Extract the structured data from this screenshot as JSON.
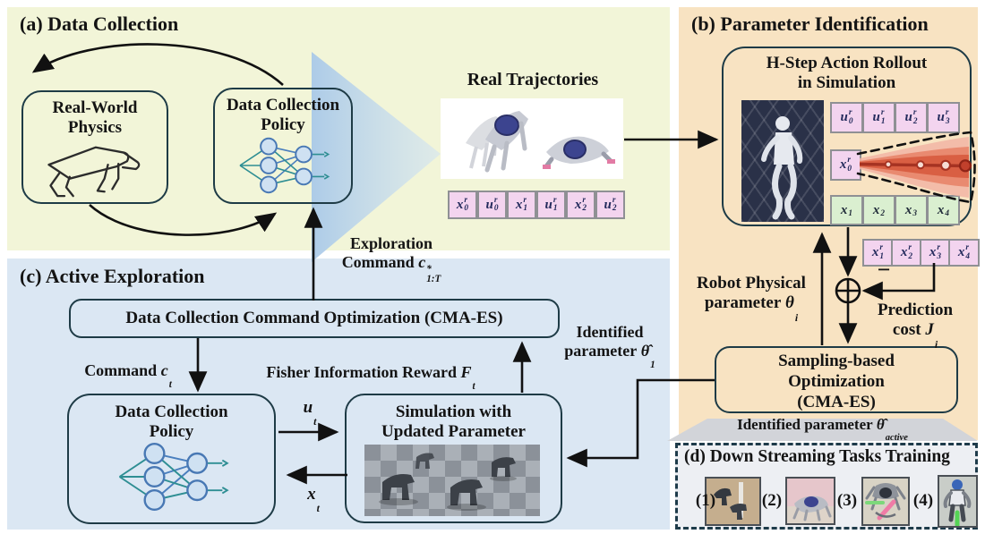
{
  "colors": {
    "panel_a_bg": "#f2f5d8",
    "panel_b_bg": "#f8e3c2",
    "panel_c_bg": "#dbe7f3",
    "panel_d_bg": "#edeff3",
    "trapezoid_bg": "#d2d4d9",
    "node_border": "#1e3b46",
    "token_pink": "#f3d4ef",
    "token_green": "#daefd0",
    "arrow": "#111111",
    "funnel_blue": "#a9c9e8",
    "cone_red": "#d95f43"
  },
  "panel_a": {
    "title": "(a) Data Collection",
    "real_world_box": {
      "line1": "Real-World",
      "line2": "Physics"
    },
    "policy_box": {
      "line1": "Data Collection",
      "line2": "Policy"
    },
    "real_trajectories_title": "Real Trajectories",
    "trajectory_tokens": [
      {
        "b": "x",
        "s": "0",
        "p": "r"
      },
      {
        "b": "u",
        "s": "0",
        "p": "r"
      },
      {
        "b": "x",
        "s": "1",
        "p": "r"
      },
      {
        "b": "u",
        "s": "1",
        "p": "r"
      },
      {
        "b": "x",
        "s": "2",
        "p": "r"
      },
      {
        "b": "u",
        "s": "2",
        "p": "r"
      }
    ],
    "exploration_label": {
      "line1": "Exploration",
      "line2_text": "Command",
      "line2_math": {
        "b": "c",
        "s": "1:T",
        "p": "*"
      }
    }
  },
  "panel_b": {
    "title": "(b) Parameter Identification",
    "rollout_box": {
      "title_line1": "H-Step Action Rollout",
      "title_line2": "in Simulation"
    },
    "action_tokens": [
      {
        "b": "u",
        "s": "0",
        "p": "r"
      },
      {
        "b": "u",
        "s": "1",
        "p": "r"
      },
      {
        "b": "u",
        "s": "2",
        "p": "r"
      },
      {
        "b": "u",
        "s": "3",
        "p": "r"
      }
    ],
    "initial_state_token": {
      "b": "x",
      "s": "0",
      "p": "r"
    },
    "sim_state_tokens": [
      {
        "b": "x",
        "s": "1"
      },
      {
        "b": "x",
        "s": "2"
      },
      {
        "b": "x",
        "s": "3"
      },
      {
        "b": "x",
        "s": "4"
      }
    ],
    "real_state_tokens": [
      {
        "b": "x",
        "s": "1",
        "p": "r"
      },
      {
        "b": "x",
        "s": "2",
        "p": "r"
      },
      {
        "b": "x",
        "s": "3",
        "p": "r"
      },
      {
        "b": "x",
        "s": "4",
        "p": "r"
      }
    ],
    "minus_sign": "−",
    "robot_param_label": {
      "line1": "Robot Physical",
      "line2_text": "parameter",
      "line2_math": {
        "b": "θ",
        "s": "i"
      }
    },
    "prediction_cost_label": {
      "line1": "Prediction",
      "line2_text": "cost",
      "line2_math": {
        "b": "J",
        "s": "i"
      }
    },
    "sampling_box": {
      "line1": "Sampling-based",
      "line2": "Optimization",
      "line3": "(CMA-ES)"
    },
    "identified_active_label": {
      "text": "Identified parameter",
      "math": {
        "b": "θ̂",
        "s": "active"
      }
    }
  },
  "panel_c": {
    "title": "(c) Active Exploration",
    "command_opt_box": {
      "label": "Data Collection Command Optimization (CMA-ES)"
    },
    "command_label": {
      "text": "Command",
      "math": {
        "b": "c",
        "s": "t"
      }
    },
    "fisher_label": {
      "text": "Fisher Information Reward",
      "math": {
        "b": "F",
        "s": "t"
      }
    },
    "u_label": {
      "b": "u",
      "s": "t"
    },
    "x_label": {
      "b": "x",
      "s": "t"
    },
    "policy_box": {
      "line1": "Data Collection",
      "line2": "Policy"
    },
    "sim_box": {
      "line1": "Simulation with",
      "line2": "Updated Parameter"
    },
    "identified_label": {
      "line1": "Identified",
      "line2_text": "parameter",
      "line2_math": {
        "b": "θ̂",
        "s": "1"
      }
    }
  },
  "panel_d": {
    "title": "(d) Down Streaming Tasks Training",
    "items": [
      {
        "label": "(1)"
      },
      {
        "label": "(2)"
      },
      {
        "label": "(3)"
      },
      {
        "label": "(4)"
      }
    ]
  }
}
